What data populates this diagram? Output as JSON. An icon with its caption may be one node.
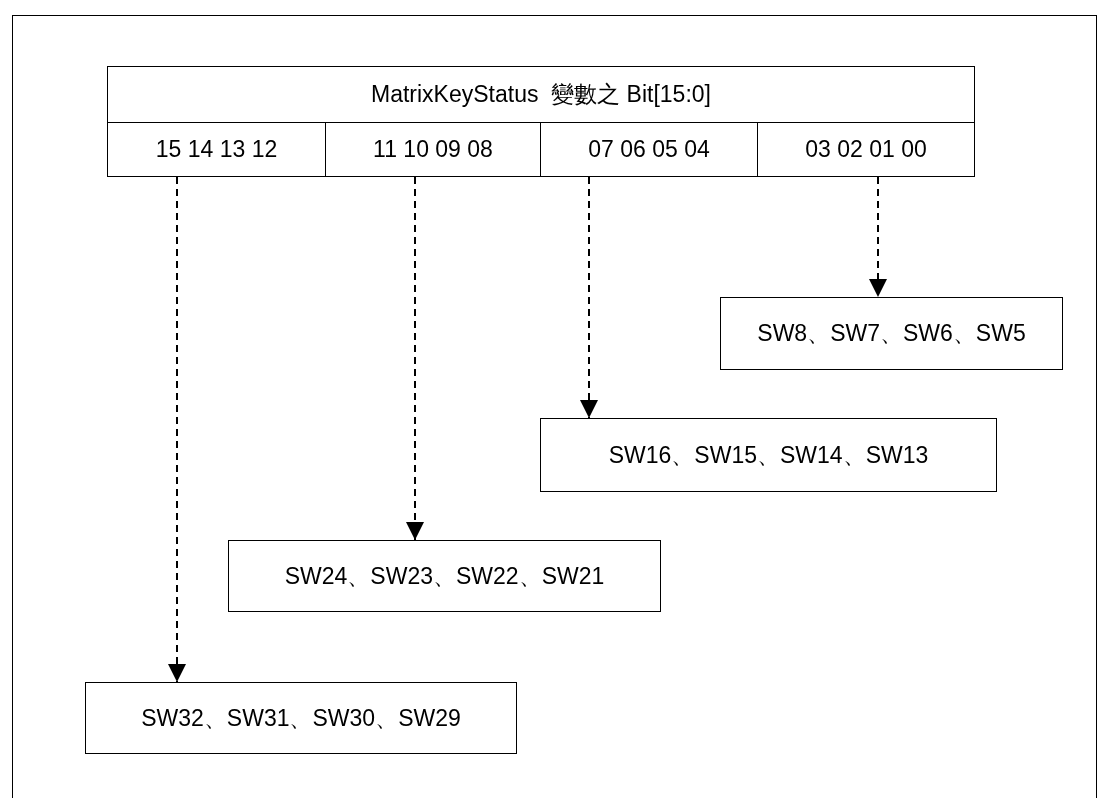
{
  "diagram": {
    "nodes": [
      {
        "text": [
          "MatrixKeyStatus  變數之 Bit[15:0]"
        ]
      },
      {
        "text": [
          "15 14 13 12"
        ]
      },
      {
        "text": [
          "11 10 09 08"
        ]
      },
      {
        "text": [
          "07 06 05 04"
        ]
      },
      {
        "text": [
          "03 02 01 00"
        ]
      },
      {
        "text": [
          "SW8、SW7、SW6、SW5"
        ]
      },
      {
        "text": [
          "SW16、SW15、SW14、SW13"
        ]
      },
      {
        "text": [
          "SW24、SW23、SW22、SW21"
        ]
      },
      {
        "text": [
          "SW32、SW31、SW30、SW29"
        ]
      }
    ],
    "edges": [
      {
        "from": 4,
        "to": 5,
        "arrow": "to",
        "style": "dashed"
      },
      {
        "from": 3,
        "to": 6,
        "arrow": "to",
        "style": "dashed"
      },
      {
        "from": 2,
        "to": 7,
        "arrow": "to",
        "style": "dashed"
      },
      {
        "from": 1,
        "to": 8,
        "arrow": "to",
        "style": "dashed"
      }
    ]
  }
}
